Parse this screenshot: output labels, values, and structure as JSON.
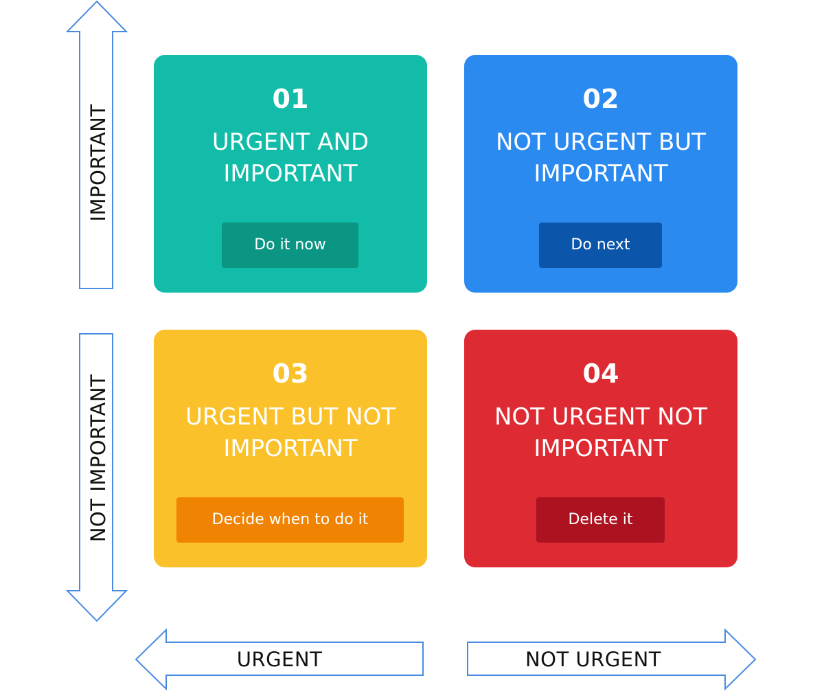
{
  "quadrants": [
    {
      "number": "01",
      "title": "URGENT AND\nIMPORTANT",
      "action": "Do it now",
      "color": "#12BCA8",
      "action_color": "#0B9583"
    },
    {
      "number": "02",
      "title": "NOT URGENT BUT\nIMPORTANT",
      "action": "Do next",
      "color": "#2B8AF0",
      "action_color": "#0B56AA"
    },
    {
      "number": "03",
      "title": "URGENT BUT NOT\nIMPORTANT",
      "action": "Decide when to do it",
      "color": "#FAC12A",
      "action_color": "#F08302"
    },
    {
      "number": "04",
      "title": "NOT URGENT NOT\nIMPORTANT",
      "action": "Delete it",
      "color": "#DE2B33",
      "action_color": "#AC1220"
    }
  ],
  "axes": {
    "top": "IMPORTANT",
    "bottom": "NOT IMPORTANT",
    "left": "URGENT",
    "right": "NOT URGENT"
  },
  "arrow_color": "#4A8BE0"
}
